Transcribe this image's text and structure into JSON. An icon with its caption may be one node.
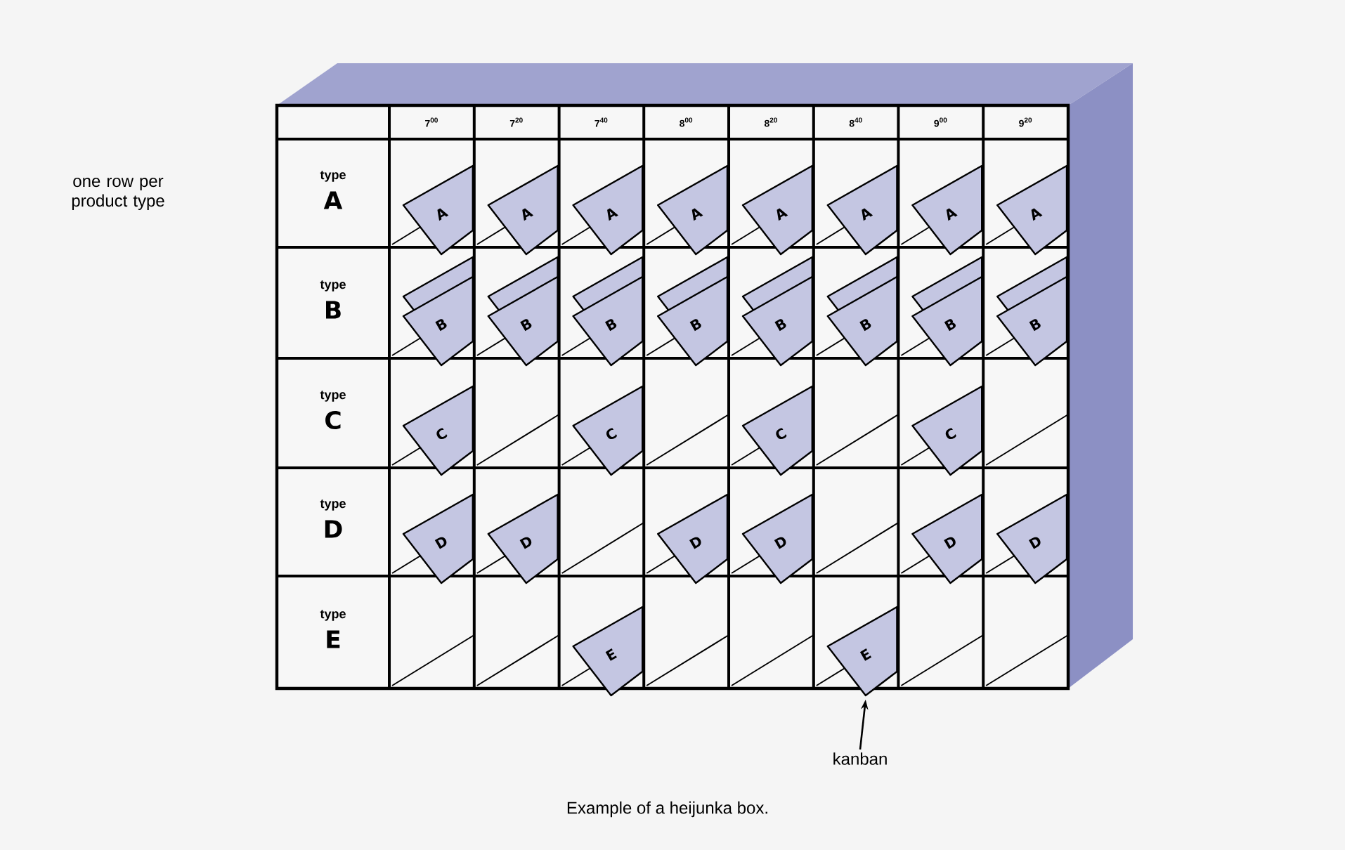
{
  "diagram": {
    "caption": "Example of a heijunka box.",
    "nodes": [
      {
        "text": [
          "A"
        ]
      },
      {
        "text": [
          "A"
        ]
      },
      {
        "text": [
          "A"
        ]
      },
      {
        "text": [
          "A"
        ]
      },
      {
        "text": [
          "A"
        ]
      },
      {
        "text": [
          "A"
        ]
      },
      {
        "text": [
          "A"
        ]
      },
      {
        "text": [
          "A"
        ]
      },
      {
        "text": [
          "B"
        ]
      },
      {
        "text": [
          "B"
        ]
      },
      {
        "text": [
          "B"
        ]
      },
      {
        "text": [
          "B"
        ]
      },
      {
        "text": [
          "B"
        ]
      },
      {
        "text": [
          "B"
        ]
      },
      {
        "text": [
          "B"
        ]
      },
      {
        "text": [
          "B"
        ]
      },
      {
        "text": [
          "C"
        ]
      },
      {
        "text": [
          "C"
        ]
      },
      {
        "text": [
          "C"
        ]
      },
      {
        "text": [
          "C"
        ]
      },
      {
        "text": [
          "D"
        ]
      },
      {
        "text": [
          "D"
        ]
      },
      {
        "text": [
          "D"
        ]
      },
      {
        "text": [
          "D"
        ]
      },
      {
        "text": [
          "D"
        ]
      },
      {
        "text": [
          "D"
        ]
      },
      {
        "text": [
          "E"
        ]
      },
      {
        "text": [
          "E"
        ]
      },
      {
        "text": [
          "kanban"
        ]
      }
    ],
    "edges": [
      {
        "from": 28,
        "to": 27,
        "arrow": "to"
      }
    ],
    "labels": [
      "7$^{00}$",
      "7$^{20}$",
      "7$^{40}$",
      "8$^{00}$",
      "8$^{20}$",
      "8$^{40}$",
      "9$^{00}$",
      "9$^{20}$",
      "one row per product type",
      "type",
      "A",
      "type",
      "B",
      "type",
      "C",
      "type",
      "D",
      "type",
      "E"
    ]
  }
}
